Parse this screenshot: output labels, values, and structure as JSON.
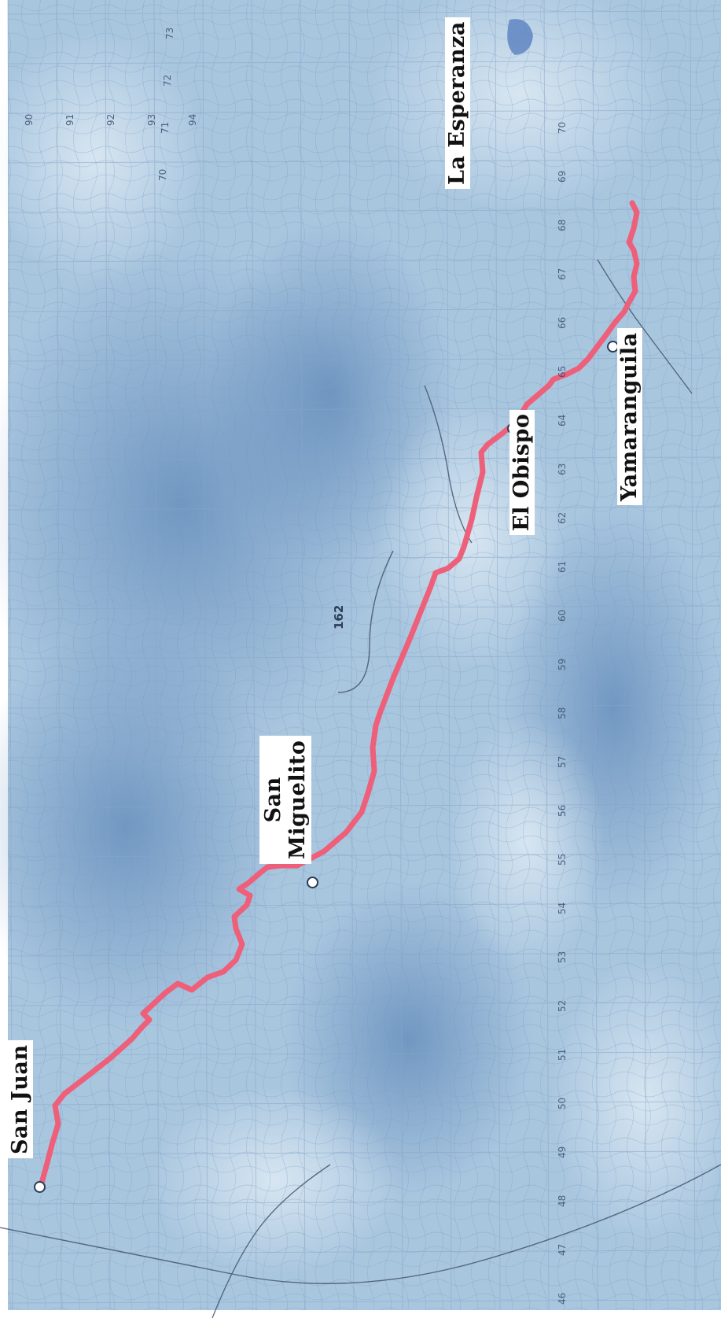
{
  "map": {
    "route_color": "#ee5f7a",
    "terrain_color": "#a9c6df",
    "places": [
      {
        "id": "san-juan",
        "label": "San Juan"
      },
      {
        "id": "san-miguelito",
        "label_line1": "San",
        "label_line2": "Miguelito"
      },
      {
        "id": "el-obispo",
        "label": "El Obispo"
      },
      {
        "id": "yamaranguila",
        "label": "Yamaranguila"
      },
      {
        "id": "la-esperanza",
        "label": "La Esperanza"
      }
    ],
    "terrain_markings": {
      "road_number": "162",
      "grid_numbers_right_edge": [
        "70",
        "71",
        "72",
        "73"
      ],
      "grid_numbers_bottom_row": [
        "46",
        "47",
        "48",
        "49",
        "50",
        "51",
        "52",
        "53",
        "54",
        "55",
        "56",
        "57",
        "58",
        "59",
        "60",
        "61",
        "62",
        "63",
        "64",
        "65",
        "66",
        "67",
        "68",
        "69",
        "70"
      ],
      "grid_numbers_left_row": [
        "90",
        "91",
        "92",
        "93",
        "94"
      ]
    }
  }
}
